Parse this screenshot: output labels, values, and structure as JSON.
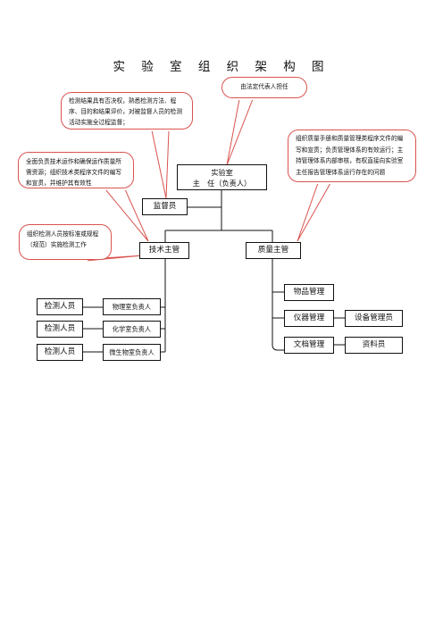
{
  "title": "实 验 室 组 织 架 构 图",
  "callouts": {
    "legal": "由法定代表人担任",
    "supervisor": "检测结果具有否决权，熟悉检测方法、程序、目的和结果评价，对被监督人员的检测活动实施全过程监督；",
    "quality": "组织质量手册和质量管理类程序文件的编写和宣贯；负责管理体系的有效运行；主持管理体系内部审核，有权直接向实验室主任报告管理体系运行存在的问题",
    "technical": "全面负责技术运作和确保运作质量所需资源；组织技术类程序文件的编写和宣贯，并维护其有效性",
    "testers": "组织检测人员按标准或规程（规范）实施检测工作"
  },
  "nodes": {
    "director_line1": "实验室",
    "director_line2": "主　任（负责人）",
    "supervisor": "监督员",
    "tech_manager": "技术主管",
    "quality_manager": "质量主管",
    "tester1": "检测人员",
    "tester2": "检测人员",
    "tester3": "检测人员",
    "physics": "物理室负责人",
    "chemistry": "化学室负责人",
    "microbiology": "微生物室负责人",
    "goods": "物品管理",
    "instrument": "仪器管理",
    "equipment_admin": "设备管理员",
    "document": "文档管理",
    "archivist": "资料员"
  },
  "colors": {
    "callout_border": "#d9534f",
    "line": "#111111"
  }
}
